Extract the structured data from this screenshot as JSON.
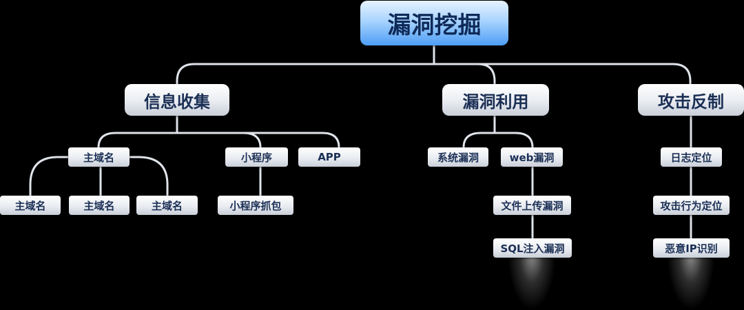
{
  "root": {
    "label": "漏洞挖掘"
  },
  "branches": {
    "info": {
      "label": "信息收集"
    },
    "exploit": {
      "label": "漏洞利用"
    },
    "counter": {
      "label": "攻击反制"
    }
  },
  "info_children": {
    "domain": "主域名",
    "miniprogram": "小程序",
    "app": "APP",
    "domain_subs": [
      "主域名",
      "主域名",
      "主域名"
    ],
    "miniprogram_capture": "小程序抓包"
  },
  "exploit_children": {
    "system_vuln": "系统漏洞",
    "web_vuln": "web漏洞",
    "upload_vuln": "文件上传漏洞",
    "sqli_vuln": "SQL注入漏洞"
  },
  "counter_children": {
    "log_locate": "日志定位",
    "behavior_locate": "攻击行为定位",
    "malicious_ip": "恶意IP识别"
  },
  "colors": {
    "background": "#000000",
    "connector": "#dfe3ea",
    "node_text": "#1b2f55",
    "root_fill": "#7cb9ff"
  }
}
